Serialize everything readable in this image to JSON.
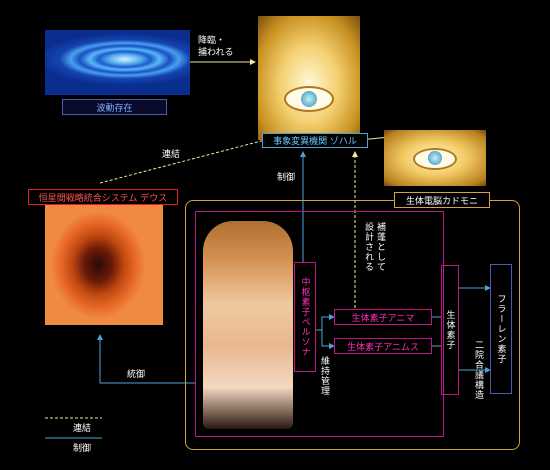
{
  "colors": {
    "background": "#000000",
    "link_yellow": "#f2e8a0",
    "control_blue": "#4aa3d8",
    "orange_frame": "#d8a040",
    "magenta_frame": "#c0158a",
    "red_frame": "#e02020"
  },
  "images": {
    "wave": "water-ripple-image",
    "eye_large": "golden-eye-image",
    "eye_small": "golden-eye-image",
    "deus": "red-organic-image",
    "persona": "anime-character-portrait"
  },
  "nodes": {
    "wave_existence": "波動存在",
    "zohar": "事象変異機関 ゾハル",
    "deus": "恒星間戦略統合システム デウス",
    "kadomony": "生体電脳カドモニ",
    "persona": "中枢素子ペルソナ",
    "anima": "生体素子アニマ",
    "animus": "生体素子アニムス",
    "bio_element": "生体素子",
    "fralen": "フラーレン素子"
  },
  "labels": {
    "descend": "降臨・\n捕われる",
    "link_top": "連結",
    "control_top": "制御",
    "supplement": "補蓬として\n設計される",
    "maintain": "維持管理",
    "govern": "統御",
    "bicameral": "二院合議構造"
  },
  "legend": {
    "link": "連結",
    "control": "制御"
  }
}
